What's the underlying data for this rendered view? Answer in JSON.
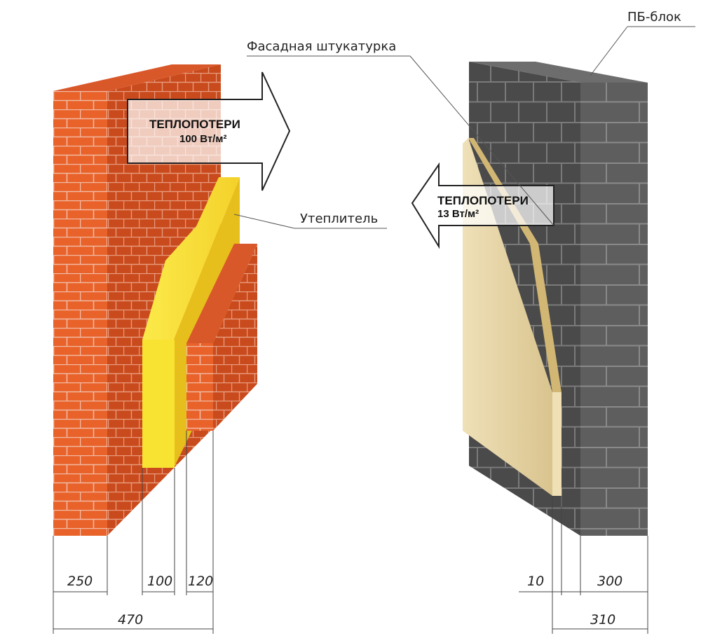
{
  "labels": {
    "pb_block": "ПБ-блок",
    "plaster": "Фасадная штукатурка",
    "insulation": "Утеплитель"
  },
  "heat_left": {
    "title": "ТЕПЛОПОТЕРИ",
    "value": "100 Вт/м²"
  },
  "heat_right": {
    "title": "ТЕПЛОПОТЕРИ",
    "value": "13 Вт/м²"
  },
  "dimensions_left": {
    "outer_brick": "250",
    "insulation": "100",
    "inner_brick": "120",
    "total": "470"
  },
  "dimensions_right": {
    "plaster": "10",
    "block": "300",
    "total": "310"
  },
  "colors": {
    "brick_front": "#e8622a",
    "brick_side": "#c94a1c",
    "mortar": "#f2b9a2",
    "insulation_front": "#f8e232",
    "insulation_side": "#e9c21c",
    "plaster": "#e8d6a8",
    "block_front": "#5e5e5e",
    "block_side": "#494949",
    "block_joint": "#8a8a8a"
  }
}
